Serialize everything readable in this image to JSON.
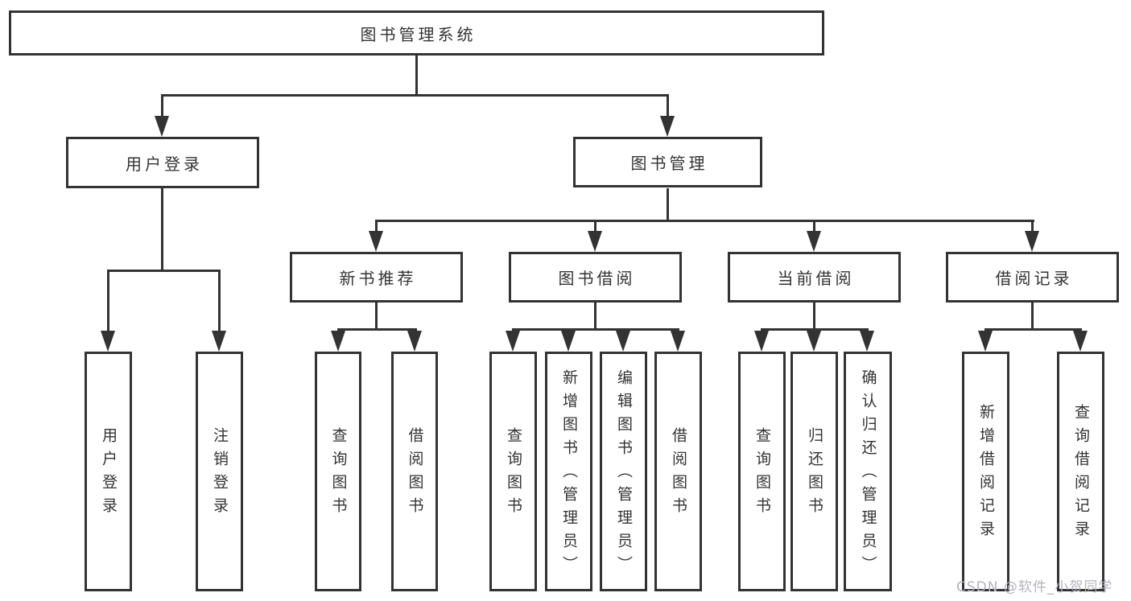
{
  "diagram_title": "图书管理系统",
  "tree": {
    "root": {
      "label": "图书管理系统"
    },
    "branches": [
      {
        "label": "用户登录",
        "children": [
          {
            "label": "用户登录"
          },
          {
            "label": "注销登录"
          }
        ]
      },
      {
        "label": "图书管理",
        "groups": [
          {
            "label": "新书推荐",
            "children": [
              {
                "label": "查询图书"
              },
              {
                "label": "借阅图书"
              }
            ]
          },
          {
            "label": "图书借阅",
            "children": [
              {
                "label": "查询图书"
              },
              {
                "label": "新增图书（管理员）"
              },
              {
                "label": "编辑图书（管理员）"
              },
              {
                "label": "借阅图书"
              }
            ]
          },
          {
            "label": "当前借阅",
            "children": [
              {
                "label": "查询图书"
              },
              {
                "label": "归还图书"
              },
              {
                "label": "确认归还（管理员）"
              }
            ]
          },
          {
            "label": "借阅记录",
            "children": [
              {
                "label": "新增借阅记录"
              },
              {
                "label": "查询借阅记录"
              }
            ]
          }
        ]
      }
    ]
  },
  "watermark": "CSDN @软件_小贺同学",
  "colors": {
    "line": "#333333",
    "text": "#333333",
    "background": "#ffffff",
    "watermark": "#b4b4bd"
  }
}
